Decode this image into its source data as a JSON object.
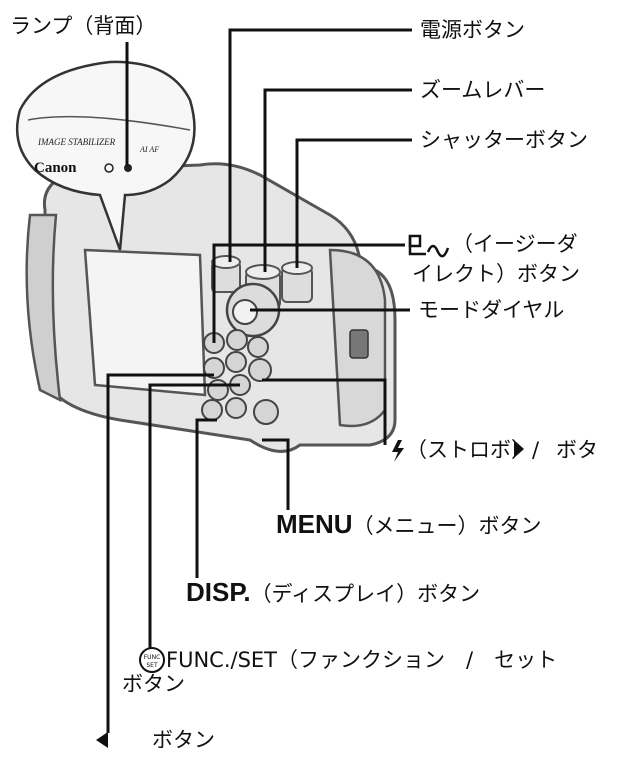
{
  "labels": {
    "lamp": "ランプ（背面）",
    "power": "電源ボタン",
    "zoom": "ズームレバー",
    "shutter": "シャッターボタン",
    "direct_1": "（イージーダ",
    "direct_2": "イレクト）ボタン",
    "mode_dial": "モードダイヤル",
    "flash": "（ストロボ）/",
    "flash_suffix": "ボタ",
    "menu_key": "MENU",
    "menu_text": "（メニュー）ボタン",
    "disp_key": "DISP.",
    "disp_text": "（ディスプレイ）ボタン",
    "func_1": "FUNC./SET（ファンクション　/　セット",
    "func_2": "ボタン",
    "left": "ボタン"
  },
  "camera": {
    "body_texts": {
      "stabilizer": "IMAGE STABILIZER",
      "af": "AI AF",
      "brand": "Canon"
    },
    "icons": {
      "func_set_icon_text_top": "FUNC",
      "func_set_icon_text_bottom": "SET"
    }
  }
}
